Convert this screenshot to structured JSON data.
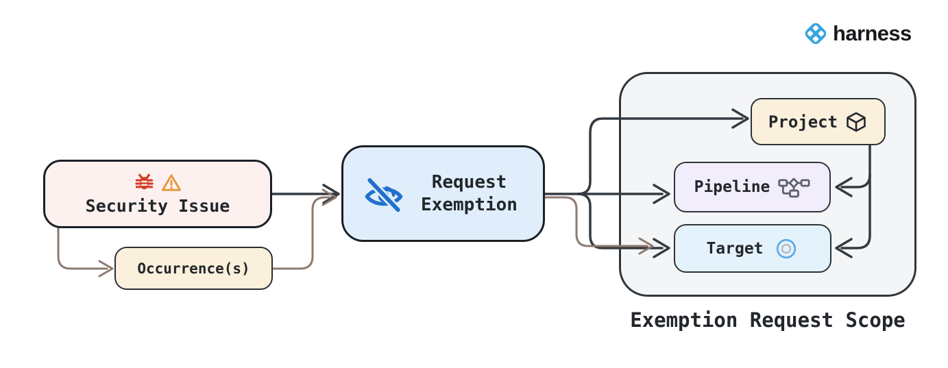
{
  "brand": {
    "name": "harness",
    "logo_color": "#38a3e0"
  },
  "nodes": {
    "security_issue": {
      "label": "Security Issue",
      "fill": "#fcf1ef",
      "icons": [
        "bug-icon",
        "warning-icon"
      ]
    },
    "occurrences": {
      "label": "Occurrence(s)",
      "fill": "#faf0dc"
    },
    "request_exemption": {
      "label": "Request Exemption",
      "fill": "#dfeefa",
      "icon": "eye-off-icon"
    },
    "project": {
      "label": "Project",
      "fill": "#fbf0dc",
      "icon": "package-icon"
    },
    "pipeline": {
      "label": "Pipeline",
      "fill": "#f1edfb",
      "icon": "pipeline-icon"
    },
    "target": {
      "label": "Target",
      "fill": "#e4f2fb",
      "icon": "target-icon"
    }
  },
  "scope": {
    "title": "Exemption Request Scope",
    "fill": "#f4f5f7"
  },
  "edges": [
    {
      "from": "security-issue",
      "to": "request-exemption",
      "color": "dark"
    },
    {
      "from": "security-issue",
      "to": "occurrences",
      "color": "brown"
    },
    {
      "from": "occurrences",
      "to": "request-exemption",
      "color": "brown"
    },
    {
      "from": "request-exemption",
      "to": "project",
      "color": "dark"
    },
    {
      "from": "request-exemption",
      "to": "pipeline",
      "color": "dark"
    },
    {
      "from": "request-exemption",
      "to": "target",
      "color": "dark"
    },
    {
      "from": "occurrences",
      "to": "target",
      "color": "brown"
    },
    {
      "from": "project",
      "to": "pipeline",
      "color": "dark"
    },
    {
      "from": "project",
      "to": "target",
      "color": "dark"
    }
  ],
  "colors": {
    "edge_dark": "#343a40",
    "edge_brown": "#8d7a6e",
    "bug_red": "#d63b23",
    "warning_orange": "#e8963e",
    "eye_blue": "#2170cc",
    "target_ring_blue": "#55a7e8",
    "target_ring_gray": "#b6bac0"
  }
}
